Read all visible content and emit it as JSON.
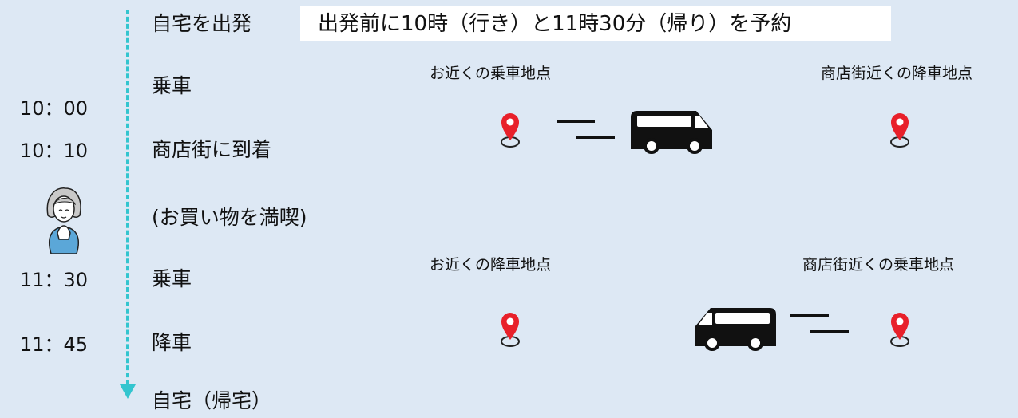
{
  "header": {
    "departure_label": "自宅を出発",
    "reservation_note": "出発前に10時（行き）と11時30分（帰り）を予約"
  },
  "timeline": {
    "times": [
      "10：00",
      "10：10",
      "11：30",
      "11：45"
    ],
    "steps": [
      "乗車",
      "商店街に到着",
      "(お買い物を満喫)",
      "乗車",
      "降車"
    ],
    "end_label": "自宅（帰宅）"
  },
  "outbound": {
    "from_label": "お近くの乗車地点",
    "to_label": "商店街近くの降車地点"
  },
  "return": {
    "from_label": "お近くの降車地点",
    "to_label": "商店街近くの乗車地点"
  },
  "colors": {
    "background": "#dde8f4",
    "timeline": "#33c5cf",
    "pin": "#e8202a",
    "van": "#111111",
    "person_top": "#5ba7d8"
  },
  "icons": [
    "map-pin-icon",
    "van-icon",
    "motion-lines-icon",
    "person-icon"
  ]
}
